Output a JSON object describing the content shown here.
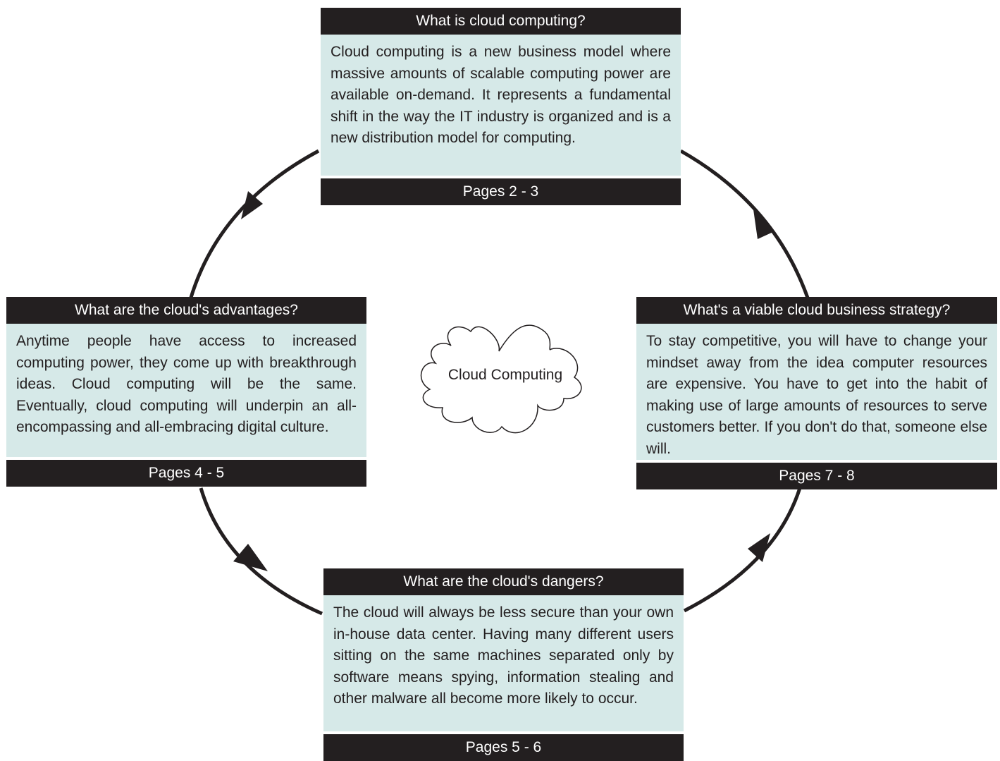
{
  "center": {
    "label": "Cloud Computing"
  },
  "panels": {
    "top": {
      "title": "What is cloud computing?",
      "body": "Cloud computing is a new business model where massive amounts of scalable computing power are available on-demand. It represents a fundamental shift in the way the IT industry is organized and is a new distribution model for computing.",
      "pages": "Pages 2 - 3"
    },
    "left": {
      "title": "What are the cloud's advantages?",
      "body": "Anytime people have access to increased computing power, they come up with breakthrough ideas. Cloud computing will be the same. Eventually, cloud computing will underpin an all-encompassing and all-embracing digital culture.",
      "pages": "Pages 4 - 5"
    },
    "right": {
      "title": "What's a viable cloud business strategy?",
      "body": "To stay competitive, you will have to change your mindset away from the idea computer resources are expensive. You have to get into the habit of making use of large amounts of resources to serve customers better. If you don't do that, someone else will.",
      "pages": "Pages 7 - 8"
    },
    "bottom": {
      "title": "What are the cloud's dangers?",
      "body": "The cloud will always be less secure than your own in-house data center. Having many different users sitting on the same machines separated only by software means spying, information stealing and other malware all become more likely to occur.",
      "pages": "Pages 5 - 6"
    }
  },
  "colors": {
    "header_bg": "#231f20",
    "body_bg": "#d6e9e8",
    "line": "#231f20"
  }
}
